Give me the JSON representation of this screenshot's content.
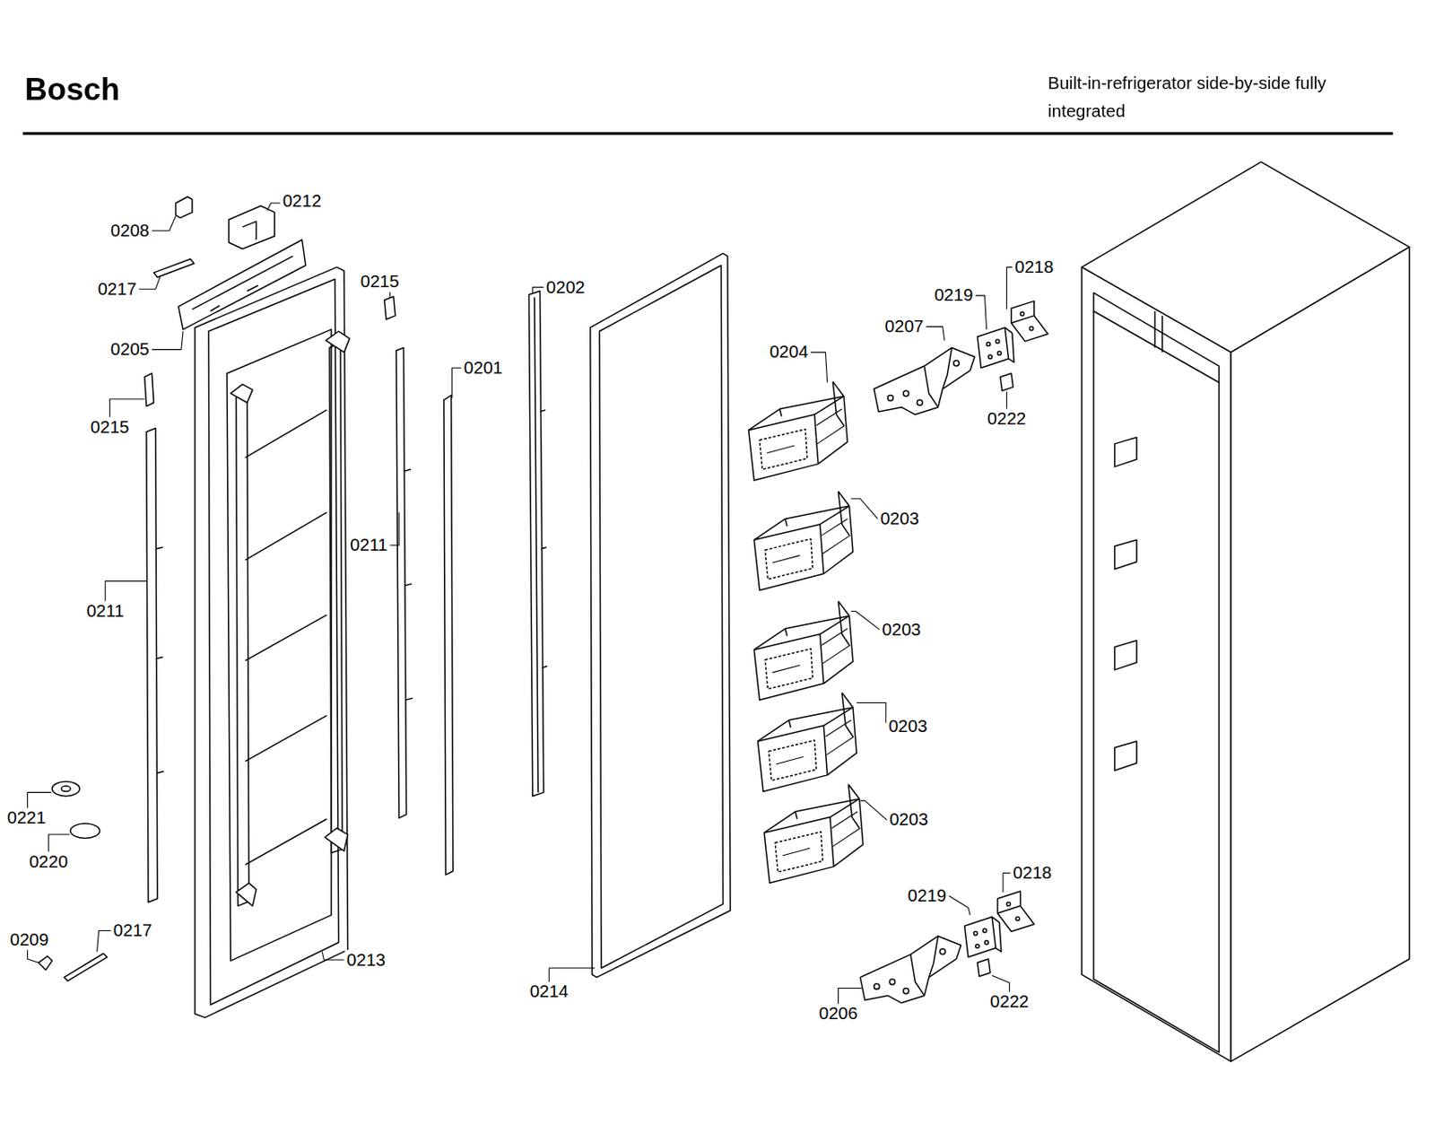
{
  "diagram": {
    "title": "Bosch",
    "labels": [
      "Built-in-refrigerator side-by-side fully integrated",
      "0212",
      "0208",
      "0218",
      "0215",
      "0202",
      "0217",
      "0219",
      "0207",
      "0205",
      "0204",
      "0201",
      "0222",
      "0215",
      "0203",
      "0211",
      "0211",
      "0203",
      "0203",
      "0221",
      "0203",
      "0220",
      "0218",
      "0219",
      "0217",
      "0209",
      "0213",
      "0214",
      "0222",
      "0206"
    ]
  }
}
